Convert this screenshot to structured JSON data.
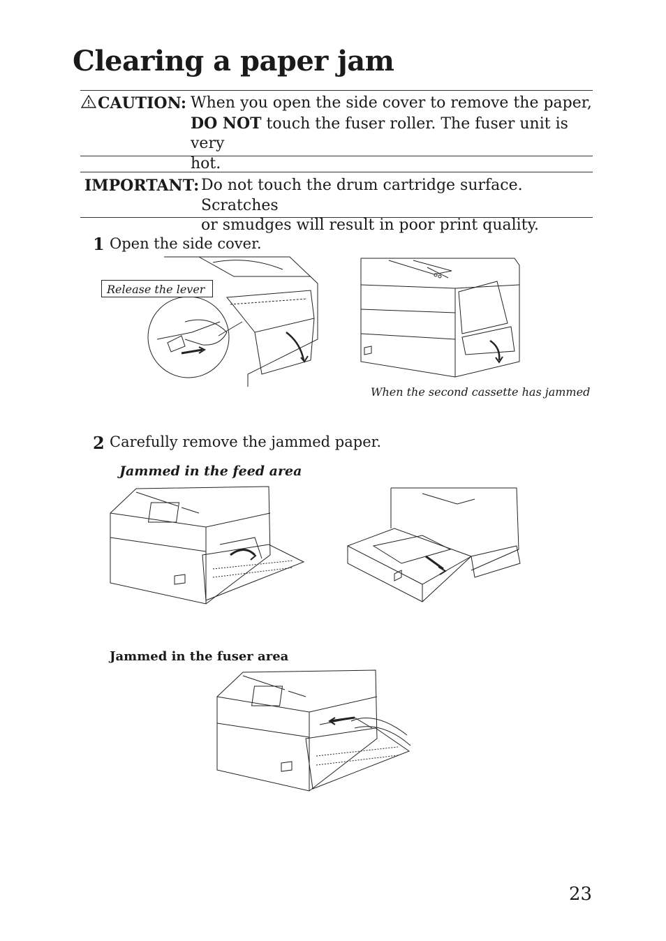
{
  "title": "Clearing a paper jam",
  "caution": {
    "label": "CAUTION:",
    "line1": "When you open the side cover to remove the paper,",
    "line2_bold": "DO NOT",
    "line2_rest": " touch the fuser roller. The fuser unit is very",
    "line3": "hot."
  },
  "important": {
    "label": "IMPORTANT:",
    "line1": "Do not touch the drum cartridge surface. Scratches",
    "line2": "or smudges will result in poor print quality."
  },
  "steps": [
    {
      "number": "1",
      "text": "Open the side cover."
    },
    {
      "number": "2",
      "text": "Carefully remove the jammed paper."
    }
  ],
  "captions": {
    "release_lever": "Release the lever",
    "second_cassette": "When the second cassette has jammed",
    "feed_area": "Jammed in the feed area",
    "fuser_area": "Jammed in the fuser area"
  },
  "page_number": "23"
}
